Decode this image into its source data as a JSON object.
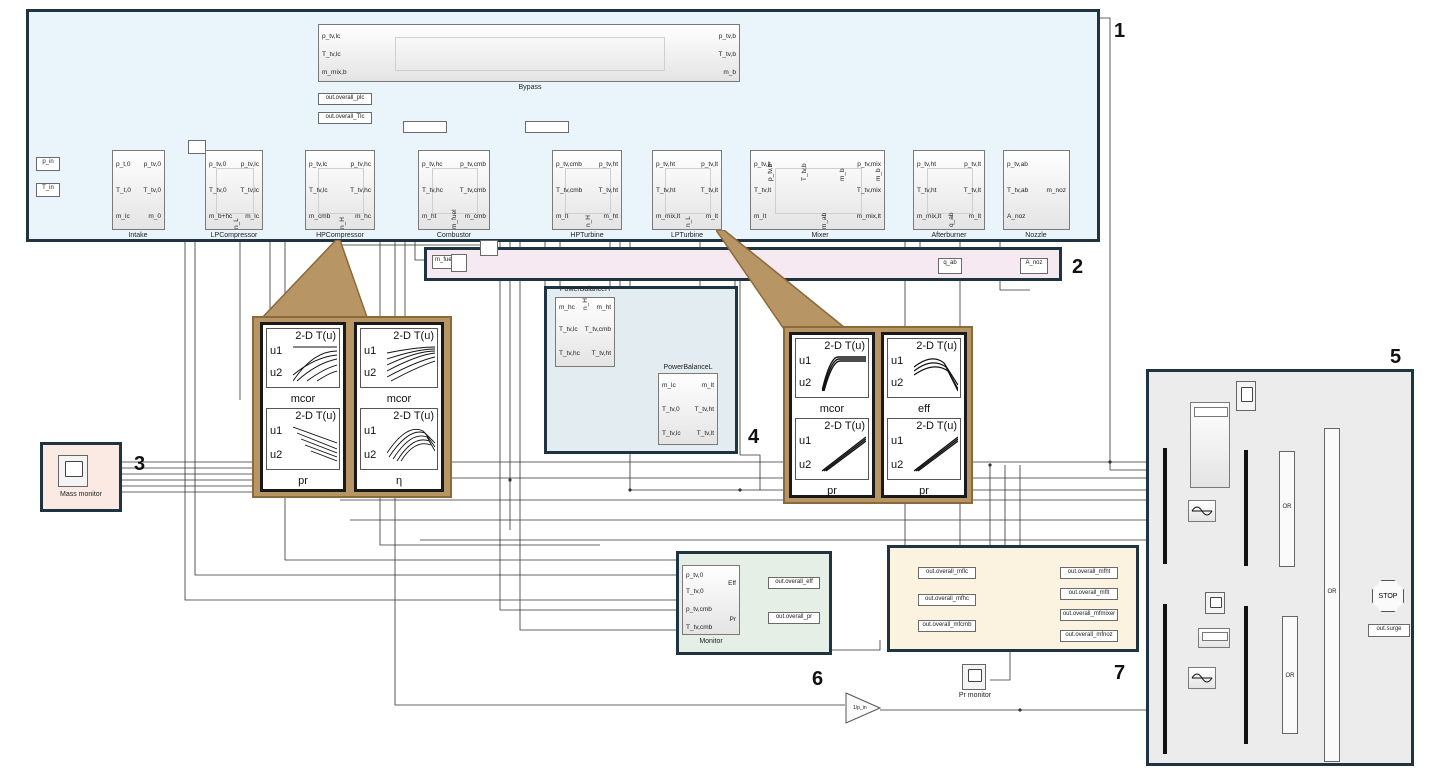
{
  "regions": [
    "1",
    "2",
    "3",
    "4",
    "5",
    "6",
    "7"
  ],
  "main_blocks": {
    "bypass": {
      "name": "Bypass",
      "in": [
        "p_tv,lc",
        "T_tv,lc",
        "m_mix,b"
      ],
      "out": [
        "p_tv,b",
        "T_tv,b",
        "m_b"
      ]
    },
    "intake": {
      "name": "Intake",
      "in": [
        "p_t,0",
        "T_t,0",
        "m_lc"
      ],
      "out": [
        "p_tv,0",
        "T_tv,0",
        "m_0"
      ]
    },
    "lpcompressor": {
      "name": "LPCompressor",
      "in": [
        "p_tv,0",
        "T_tv,0",
        "m_b+hc"
      ],
      "out": [
        "p_tv,lc",
        "T_tv,lc",
        "m_lc"
      ],
      "vert": "n_L"
    },
    "hpcompressor": {
      "name": "HPCompressor",
      "in": [
        "p_tv,lc",
        "T_tv,lc",
        "m_cmb"
      ],
      "out": [
        "p_tv,hc",
        "T_tv,hc",
        "m_hc"
      ],
      "vert": "n_H"
    },
    "combustor": {
      "name": "Combustor",
      "in": [
        "p_tv,hc",
        "T_tv,hc",
        "m_ht"
      ],
      "out": [
        "p_tv,cmb",
        "T_tv,cmb",
        "m_cmb"
      ],
      "vert": "m_fuel"
    },
    "hpturbine": {
      "name": "HPTurbine",
      "in": [
        "p_tv,cmb",
        "T_tv,cmb",
        "m_lt"
      ],
      "out": [
        "p_tv,ht",
        "T_tv,ht",
        "m_ht"
      ],
      "vert": "n_H"
    },
    "lpturbine": {
      "name": "LPTurbine",
      "in": [
        "p_tv,ht",
        "T_tv,ht",
        "m_mix,lt"
      ],
      "out": [
        "p_tv,lt",
        "T_tv,lt",
        "m_lt"
      ],
      "vert": "n_L"
    },
    "mixer": {
      "name": "Mixer",
      "in": [
        "p_tv,lt",
        "T_tv,lt",
        "m_lt"
      ],
      "out": [
        "p_tv,mix",
        "T_tv,mix",
        "m_mix,lt"
      ],
      "top": [
        "p_tv,b",
        "T_tv,b",
        "m_b",
        "m_b"
      ],
      "bottom": "m_ab"
    },
    "afterburner": {
      "name": "Afterburner",
      "in": [
        "p_tv,ht",
        "T_tv,ht",
        "m_mix,lt"
      ],
      "out": [
        "p_tv,lt",
        "T_tv,lt",
        "m_lt"
      ],
      "vert": "q_ab"
    },
    "nozzle": {
      "name": "Nozzle",
      "in": [
        "p_tv,ab",
        "T_tv,ab",
        "A_noz"
      ],
      "out": [
        "m_noz"
      ]
    }
  },
  "sources": {
    "p_in": "p_in",
    "T_in": "T_in",
    "m_fuel": "m_fuel",
    "q_ab": "q_ab",
    "A_noz": "A_noz"
  },
  "top_outputs": {
    "plc": "out.overall_plc",
    "tlc": "out.overall_Tlc"
  },
  "power_balance_h": {
    "name": "PowerBalanceH",
    "in": [
      "m_hc",
      "T_tv,lc",
      "T_tv,hc"
    ],
    "out": [
      "m_ht",
      "T_tv,cmb",
      "T_tv,ht"
    ],
    "vert": "n_H"
  },
  "power_balance_l": {
    "name": "PowerBalanceL",
    "in": [
      "m_lc",
      "T_tv,0",
      "T_tv,lc"
    ],
    "out": [
      "m_lt",
      "T_tv,ht",
      "T_tv,lt"
    ],
    "vert": "n_L"
  },
  "lookup": {
    "title": "2-D T(u)",
    "u1": "u1",
    "u2": "u2"
  },
  "lut_compressor": [
    "mcor",
    "mcor",
    "pr",
    "η"
  ],
  "lut_turbine": [
    "mcor",
    "eff",
    "pr",
    "pr"
  ],
  "mass_monitor": "Mass monitor",
  "monitor": {
    "name": "Monitor",
    "in": [
      "p_tv,0",
      "T_tv,0",
      "p_tv,cmb",
      "T_tv,cmb"
    ],
    "out": [
      "Eff",
      "Pr"
    ],
    "outputs": [
      "out.overall_eff",
      "out.overall_pr"
    ]
  },
  "mass_outputs": [
    "out.overall_mflc",
    "out.overall_mfhc",
    "out.overall_mfcmb",
    "out.overall_mfht",
    "out.overall_mflt",
    "out.overall_mfmixer",
    "out.overall_mfnoz"
  ],
  "gain": "1/p_in",
  "pr_monitor": "Pr monitor",
  "surge": {
    "or": "OR",
    "stop": "STOP",
    "out": "out.surge"
  }
}
